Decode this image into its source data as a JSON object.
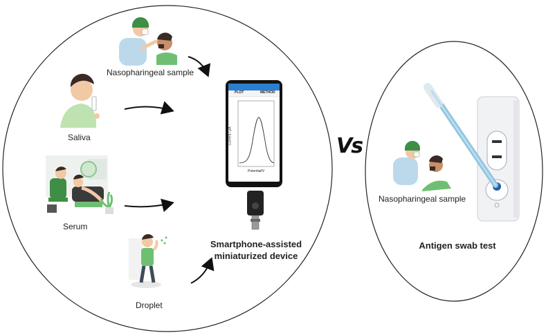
{
  "left_panel": {
    "sources": [
      {
        "id": "nasopharyngeal",
        "label": "Nasopharingeal sample"
      },
      {
        "id": "saliva",
        "label": "Saliva"
      },
      {
        "id": "serum",
        "label": "Serum"
      },
      {
        "id": "droplet",
        "label": "Droplet"
      }
    ],
    "device_label": "Smartphone-assisted miniaturized device",
    "phone_screen": {
      "tab_plot": "PLOT",
      "tab_method": "METHOD",
      "y_axis": "Current / μA",
      "x_axis": "Potential/V"
    }
  },
  "vs_label": "Vs",
  "right_panel": {
    "sample_label": "Nasopharingeal sample",
    "test_label": "Antigen swab test"
  },
  "colors": {
    "skin": "#f2c9a5",
    "green": "#6fbf73",
    "dark_green": "#3e8e45",
    "hair": "#3a2a25",
    "blue_light": "#bcd9ec",
    "line": "#111111"
  }
}
